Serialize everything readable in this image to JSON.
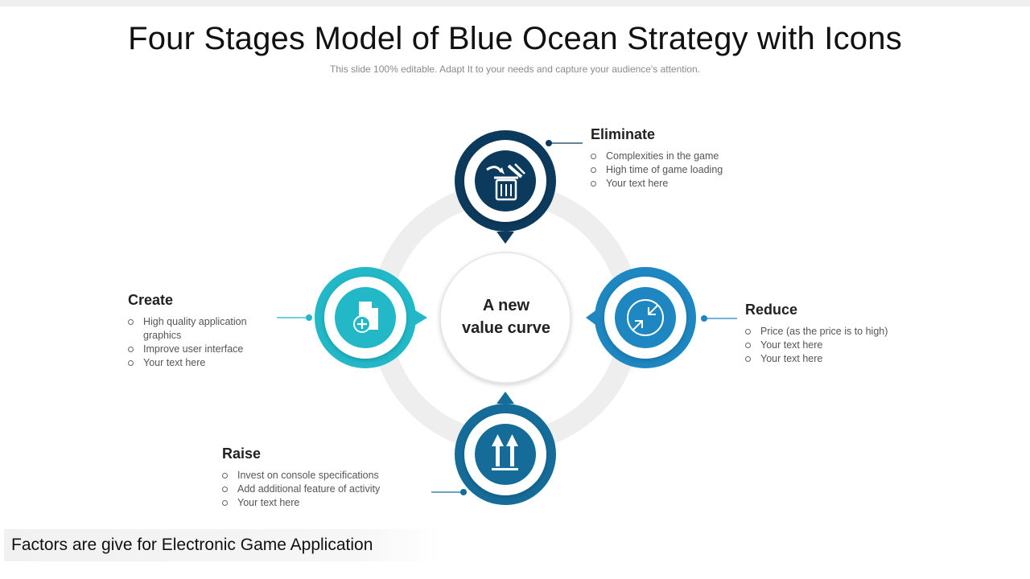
{
  "title": "Four Stages Model of Blue Ocean Strategy with Icons",
  "subtitle": "This slide 100% editable. Adapt  It to your needs and capture your audience's attention.",
  "center": {
    "line1": "A new",
    "line2": "value curve"
  },
  "stages": {
    "eliminate": {
      "title": "Eliminate",
      "items": [
        "Complexities in the game",
        "High time of game loading",
        "Your text here"
      ],
      "color": "#0c3a5c",
      "icon": "trash-bin-icon"
    },
    "reduce": {
      "title": "Reduce",
      "items": [
        "Price (as the price is to high)",
        "Your text here",
        "Your text here"
      ],
      "color": "#1e86c0",
      "icon": "shrink-arrows-icon"
    },
    "raise": {
      "title": "Raise",
      "items": [
        "Invest on console specifications",
        "Add additional feature of activity",
        "Your text here"
      ],
      "color": "#156c99",
      "icon": "up-arrows-icon"
    },
    "create": {
      "title": "Create",
      "items": [
        "High quality application graphics",
        "Improve user interface",
        "Your text here"
      ],
      "color": "#22b8c8",
      "icon": "add-document-icon"
    }
  },
  "footer": "Factors are give for Electronic Game Application"
}
